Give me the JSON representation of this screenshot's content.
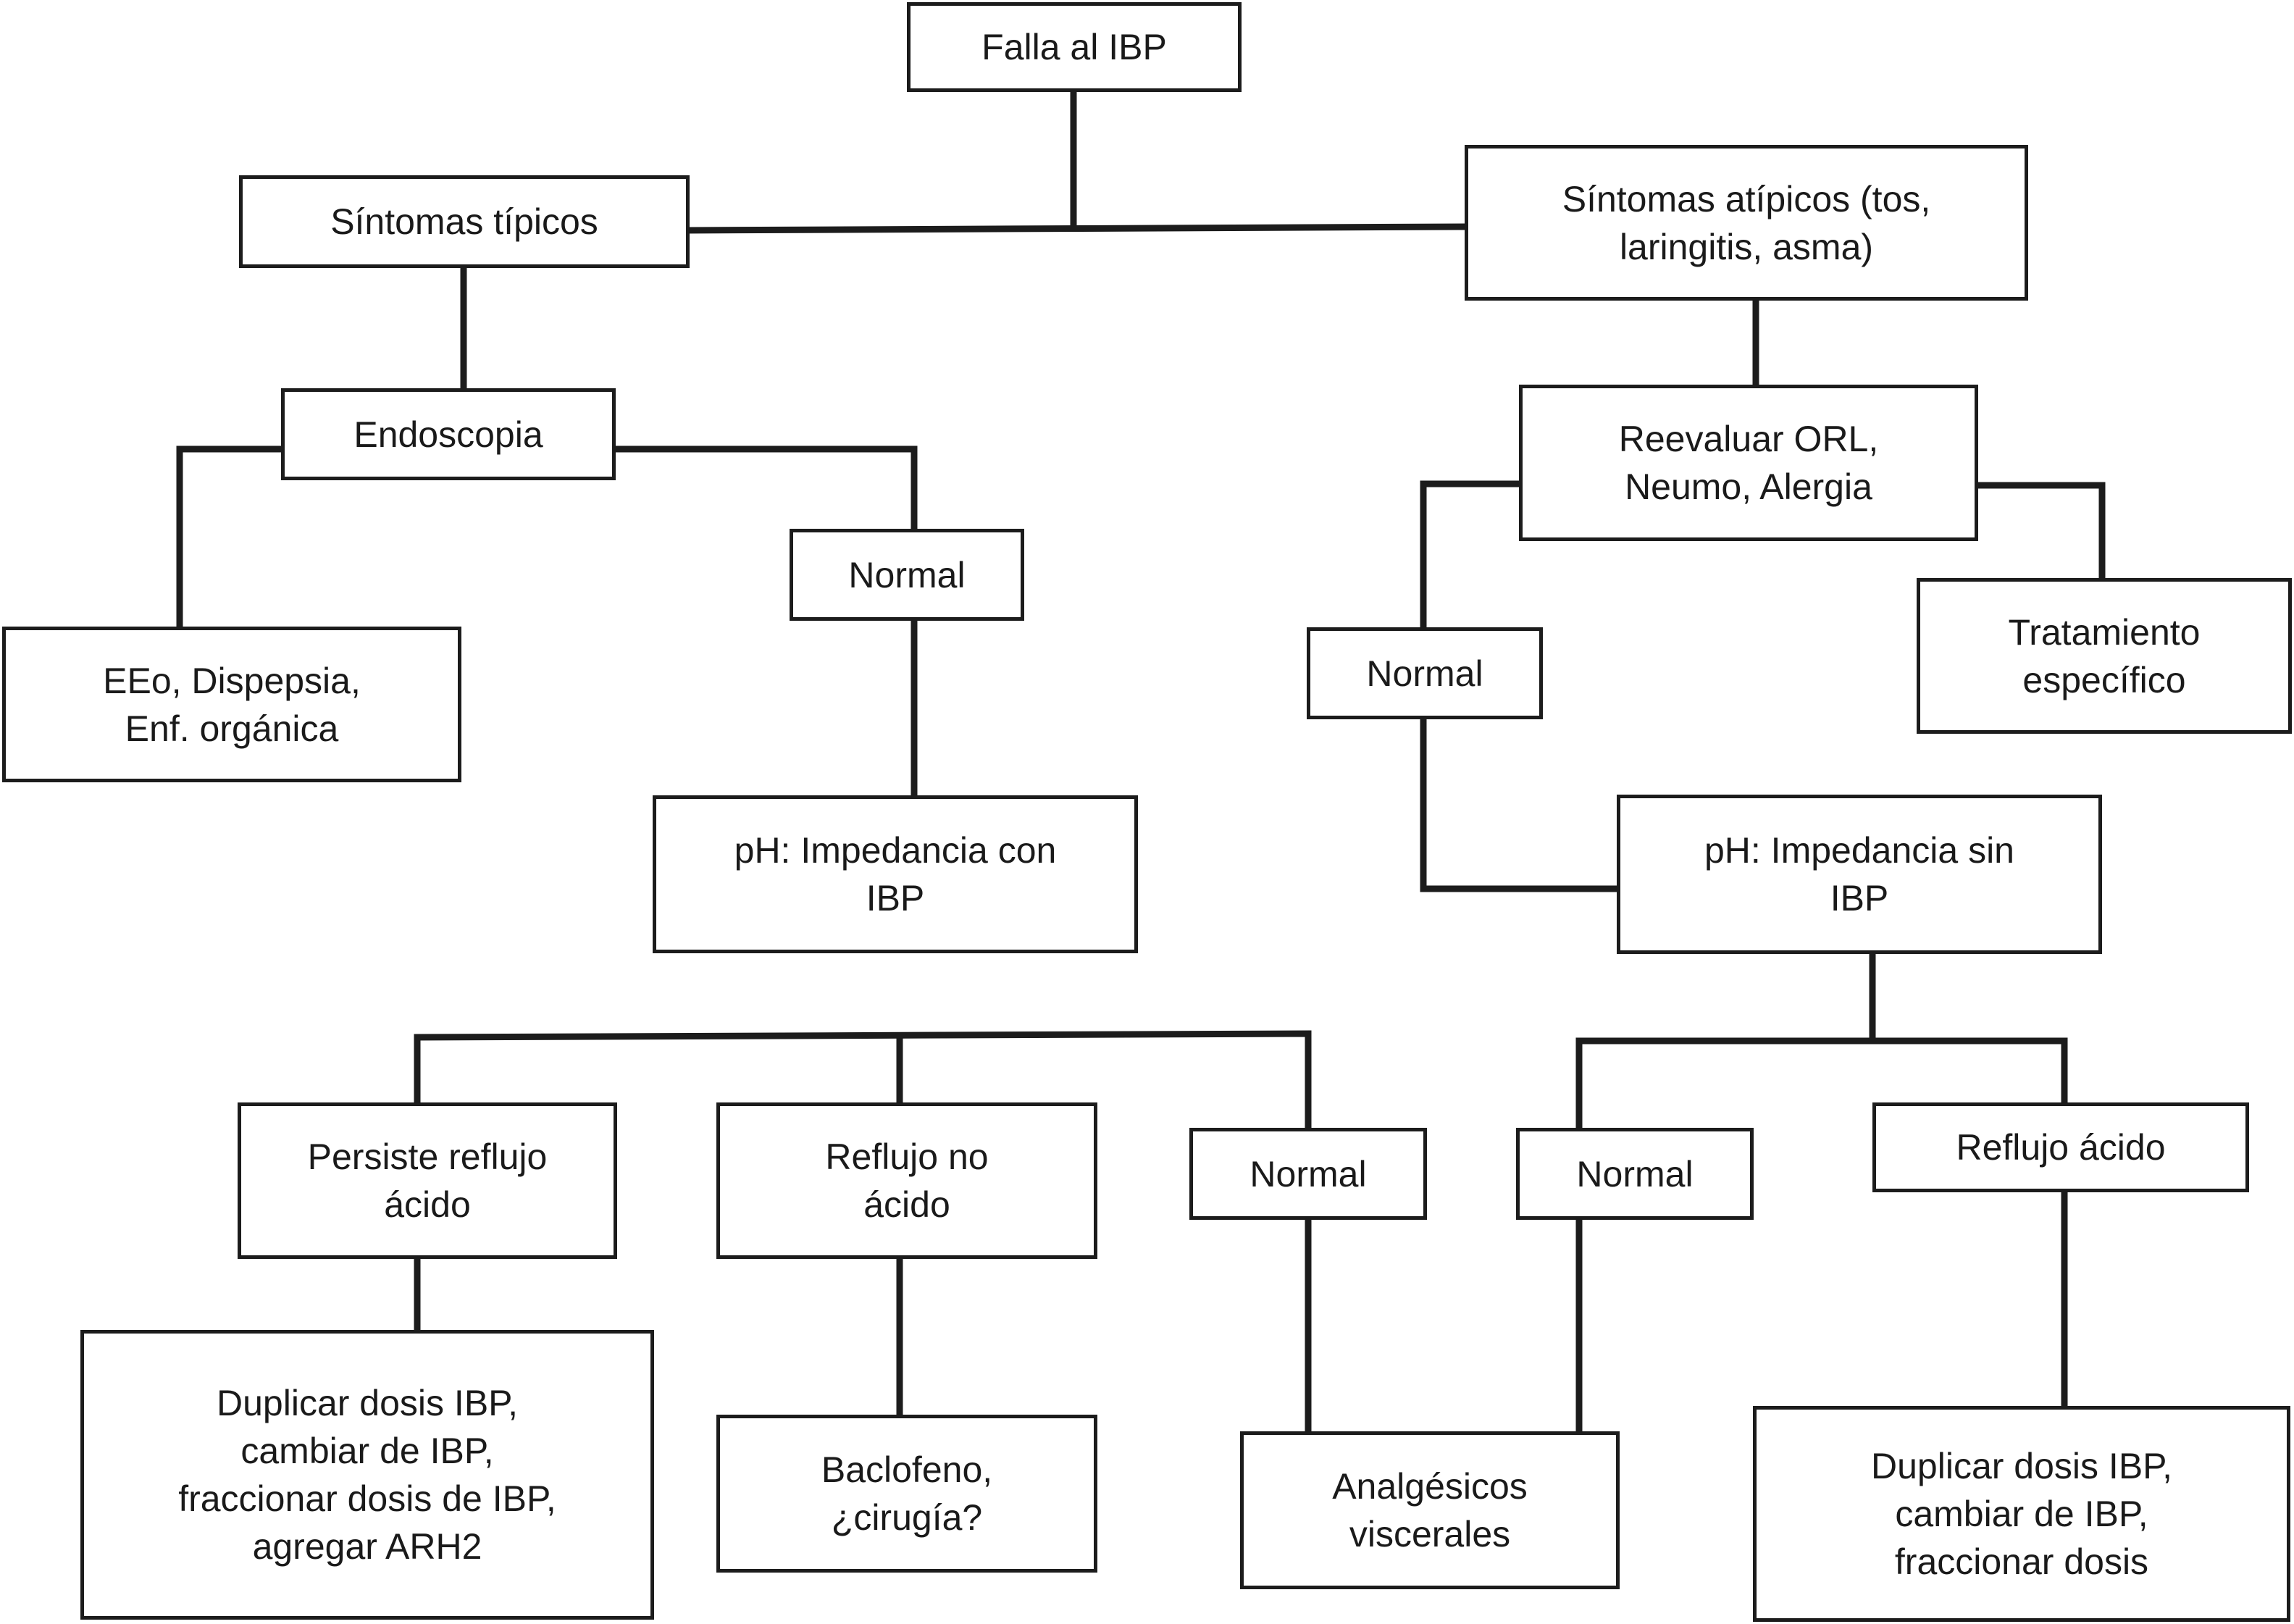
{
  "nodes": {
    "falla_ibp": "Falla al IBP",
    "sintomas_tipicos": "Síntomas típicos",
    "sintomas_atipicos": "Síntomas atípicos (tos,\nlaringitis, asma)",
    "endoscopia": "Endoscopia",
    "normal_endoscopia": "Normal",
    "eeo_dispepsia": "EEo, Dispepsia,\nEnf. orgánica",
    "ph_con_ibp": "pH: Impedancia con\nIBP",
    "reevaluar": "Reevaluar ORL,\nNeumo, Alergia",
    "normal_reevaluar": "Normal",
    "tratamiento_especifico": "Tratamiento\nespecífico",
    "ph_sin_ibp": "pH: Impedancia sin\nIBP",
    "persiste_reflujo": "Persiste reflujo\nácido",
    "reflujo_no_acido": "Reflujo no\nácido",
    "normal_con_ibp": "Normal",
    "normal_sin_ibp": "Normal",
    "reflujo_acido": "Reflujo ácido",
    "duplicar_left": "Duplicar dosis IBP,\ncambiar de IBP,\nfraccionar dosis de IBP,\nagregar ARH2",
    "baclofeno": "Baclofeno,\n¿cirugía?",
    "analgesicos": "Analgésicos\nviscerales",
    "duplicar_right": "Duplicar dosis IBP,\ncambiar de IBP,\nfraccionar dosis"
  }
}
